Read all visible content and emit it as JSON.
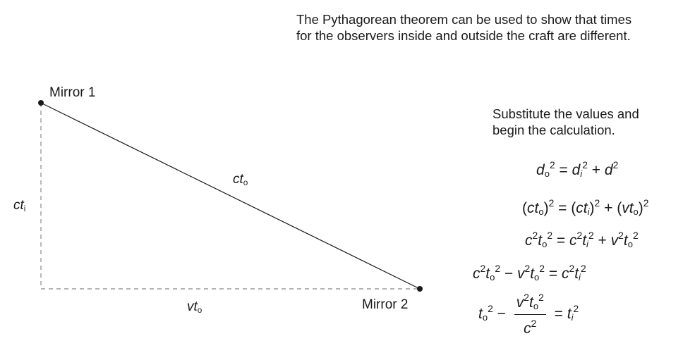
{
  "intro": {
    "line1": "The Pythagorean theorem can be used to show that times",
    "line2": "for the observers inside and outside the craft are different."
  },
  "diagram": {
    "mirror1_label": "Mirror 1",
    "mirror2_label": "Mirror 2",
    "hyp_label": {
      "a": "ct",
      "sub": "o"
    },
    "vert_label": {
      "a": "ct",
      "sub": "i"
    },
    "horiz_label": {
      "a": "vt",
      "sub": "o"
    },
    "colors": {
      "line": "#1a1a1a",
      "dashed": "#9a9a9a"
    }
  },
  "steps": {
    "line1": "Substitute the values and",
    "line2": "begin the calculation."
  },
  "equations": {
    "op_eq": "=",
    "op_plus": "+",
    "op_minus": "−",
    "e1": {
      "l_v": "d",
      "l_s": "o",
      "l_p": "2",
      "r1_v": "d",
      "r1_s": "i",
      "r1_p": "2",
      "r2_v": "d",
      "r2_p": "2"
    },
    "e2": {
      "lp": "(",
      "rp": ")",
      "l_c": "c",
      "l_t": "t",
      "l_s": "o",
      "l_p": "2",
      "r1_c": "c",
      "r1_t": "t",
      "r1_s": "i",
      "r1_p": "2",
      "r2_c": "v",
      "r2_t": "t",
      "r2_s": "o",
      "r2_p": "2"
    },
    "e3": {
      "l_c": "c",
      "l_cp": "2",
      "l_t": "t",
      "l_s": "o",
      "l_tp": "2",
      "r1_c": "c",
      "r1_cp": "2",
      "r1_t": "t",
      "r1_s": "i",
      "r1_tp": "2",
      "r2_c": "v",
      "r2_cp": "2",
      "r2_t": "t",
      "r2_s": "o",
      "r2_tp": "2"
    },
    "e4": {
      "a_c": "c",
      "a_cp": "2",
      "a_t": "t",
      "a_s": "o",
      "a_tp": "2",
      "b_c": "v",
      "b_cp": "2",
      "b_t": "t",
      "b_s": "o",
      "b_tp": "2",
      "r_c": "c",
      "r_cp": "2",
      "r_t": "t",
      "r_s": "i",
      "r_tp": "2"
    },
    "e5": {
      "l_t": "t",
      "l_s": "o",
      "l_p": "2",
      "num_v": "v",
      "num_vp": "2",
      "num_t": "t",
      "num_s": "o",
      "num_tp": "2",
      "den_c": "c",
      "den_cp": "2",
      "r_t": "t",
      "r_s": "i",
      "r_p": "2"
    }
  }
}
